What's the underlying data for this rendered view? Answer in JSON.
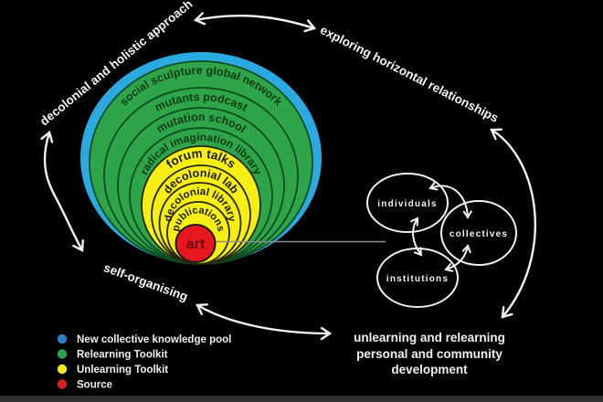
{
  "background_color": "#000000",
  "rings": {
    "labels": [
      "social sculpture global network",
      "mutants podcast",
      "mutation school",
      "radical imagination library",
      "forum talks",
      "decolonial lab",
      "decolonial library",
      "publications",
      "art"
    ],
    "zone_colors": {
      "new_collective_knowledge_pool": "#2baae2",
      "relearning_toolkit": "#2fa54a",
      "unlearning_toolkit": "#f7ee12",
      "source": "#e8171e"
    }
  },
  "annotations": {
    "top_left": "decolonial and holistic approach",
    "top_right": "exploring horizontal relationships",
    "bottom_left": "self-organising",
    "outcome": {
      "line1": "unlearning and relearning",
      "line2": "personal and community",
      "line3": "development"
    }
  },
  "cluster": {
    "circles": [
      "individuals",
      "collectives",
      "institutions"
    ]
  },
  "legend": {
    "items": [
      {
        "label": "New collective knowledge pool",
        "color": "#2d7ec2"
      },
      {
        "label": "Relearning Toolkit",
        "color": "#2aa44f"
      },
      {
        "label": "Unlearning Toolkit",
        "color": "#f2ea1b"
      },
      {
        "label": "Source",
        "color": "#d81f28"
      }
    ]
  }
}
